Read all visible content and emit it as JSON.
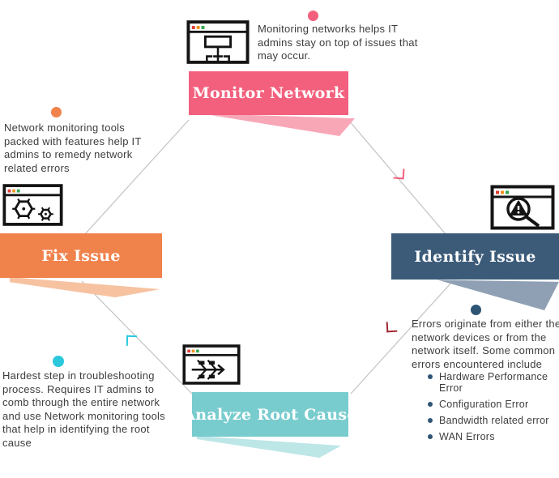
{
  "palette": {
    "monitor_pink": "#F2607D",
    "monitor_pink_light": "#F8A7B7",
    "identify_navy": "#3C5B79",
    "identify_navy_light": "#8FA0B4",
    "identify_dot_navy": "#2F5575",
    "analyze_teal": "#79CCCE",
    "analyze_teal_light": "#BDE6E7",
    "analyze_dot_cyan": "#2BC8DC",
    "fix_orange": "#F0824C",
    "fix_orange_light": "#F6C2A0",
    "arrow_red": "#A12A33",
    "connector_gray": "#C2C2C2",
    "text_dark": "#3D3D3D",
    "icon_ink": "#141414",
    "window_dot_red": "#E03A2F",
    "window_dot_orange": "#F0931F",
    "window_dot_green": "#2FA84F"
  },
  "stages": {
    "monitor": {
      "label": "Monitor Network",
      "color": "#F2607D",
      "ribbon_color": "#F8A7B7",
      "icon": "browser-sitemap"
    },
    "identify": {
      "label": "Identify Issue",
      "color": "#3C5B79",
      "ribbon_color": "#8FA0B4",
      "icon": "browser-magnifier-warning"
    },
    "analyze": {
      "label": "Analyze Root Cause",
      "color": "#79CCCE",
      "ribbon_color": "#BDE6E7",
      "icon": "browser-fishbone"
    },
    "fix": {
      "label": "Fix Issue",
      "color": "#F0824C",
      "ribbon_color": "#F6C2A0",
      "icon": "browser-gears"
    }
  },
  "notes": {
    "monitor": {
      "dot_color": "#F2607D",
      "text": "Monitoring networks helps IT admins stay on top of issues that may occur."
    },
    "identify": {
      "dot_color": "#2F5575",
      "text": "Errors originate from either the network devices or from the network  itself. Some common errors  encountered include",
      "bullets": [
        "Hardware Performance Error",
        "Configuration Error",
        "Bandwidth related error",
        "WAN Errors"
      ],
      "bullet_color": "#2F5575"
    },
    "analyze": {
      "dot_color": "#2BC8DC",
      "text": "Hardest step in troubleshooting process. Requires IT admins to comb through the entire network and use Network monitoring tools that help in identifying the root cause"
    },
    "fix": {
      "dot_color": "#F0824C",
      "text": "Network monitoring tools packed with features help IT admins to remedy network related errors"
    }
  },
  "arrows": {
    "monitor_to_identify": {
      "color": "#F2607D"
    },
    "identify_to_analyze": {
      "color": "#A12A33"
    },
    "analyze_to_fix": {
      "color": "#2BC8DC"
    }
  }
}
